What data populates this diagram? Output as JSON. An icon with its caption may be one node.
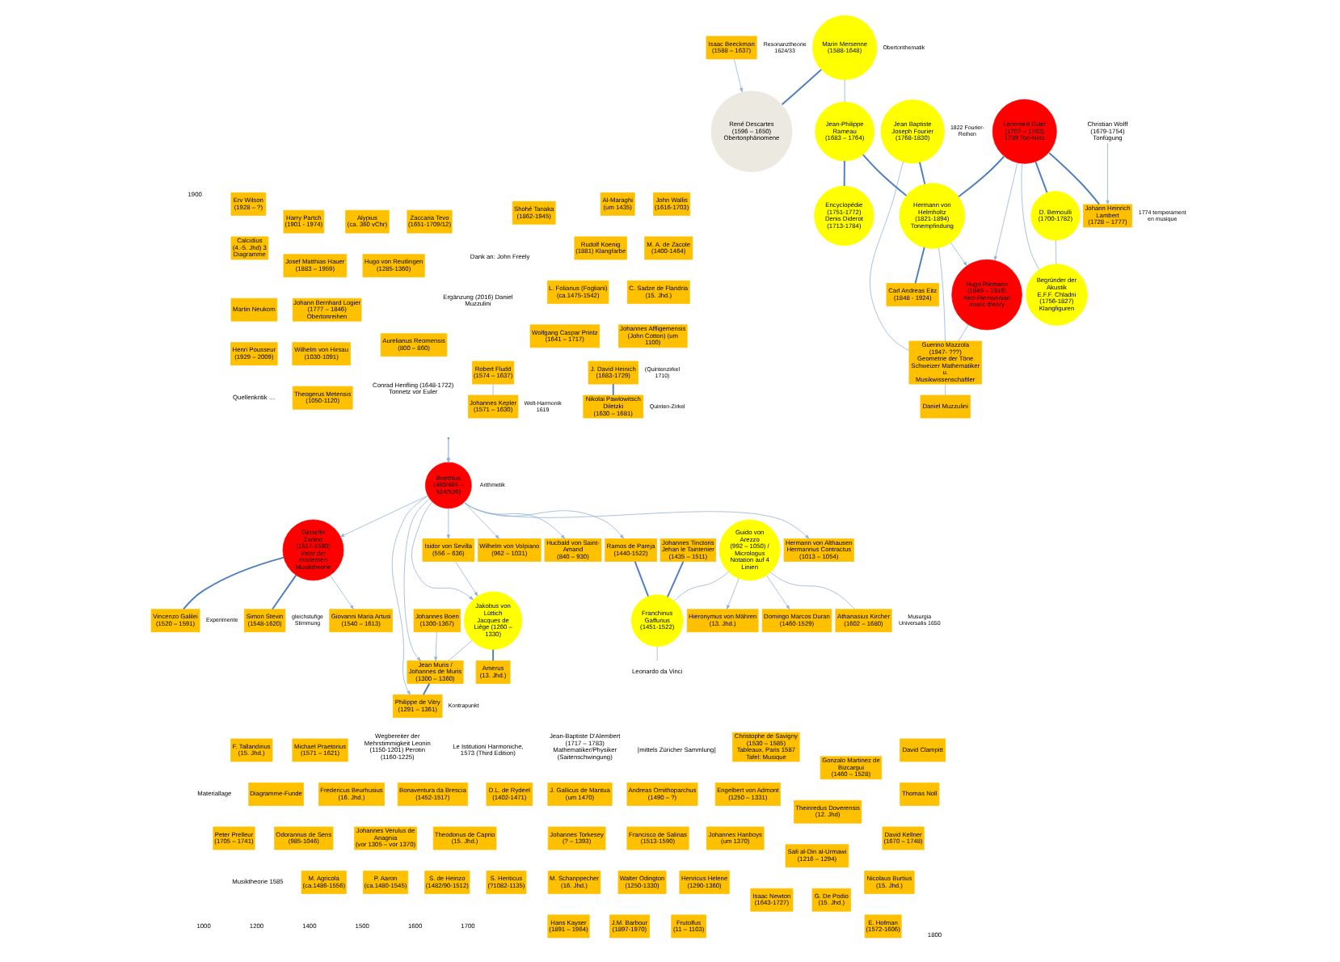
{
  "diagram": {
    "nodes": [
      {
        "text": [
          "Boethius",
          "(480/485 – 524/526)"
        ],
        "beside": [
          "Arithmetik"
        ]
      },
      {
        "text": [
          "Guido von Arezzo",
          "(992 – 1050) / Micrologus Notation auf 4 Linien"
        ]
      },
      {
        "text": [
          "Franchinus Gaffurius",
          "(1451-1522)"
        ]
      },
      {
        "text": [
          "Gioseffo Zarlino",
          "(1517-1590)",
          "Vater der modernen Musiktheorie"
        ]
      },
      {
        "text": [
          "Jakobus von Lüttich",
          "Jacques de Liège (1260 – 1330)"
        ]
      },
      {
        "text": [
          "Marin Mersenne",
          "(1588-1648)"
        ],
        "beside": [
          "Obertonthematik"
        ]
      },
      {
        "text": [
          "Isaac Beeckman",
          "(1588 – 1637)"
        ],
        "beside": [
          "Resonanztheorie 1624/33"
        ]
      },
      {
        "text": [
          "René Descartes",
          "(1596 – 1650)",
          "Obertonphänomene"
        ]
      },
      {
        "text": [
          "Leonhard Euler",
          "(1707 – 1783)",
          "1739 Ton-Netz"
        ]
      },
      {
        "text": [
          "D. Bernoulli",
          "(1700-1782)"
        ]
      },
      {
        "text": [
          "Begründer der Akustik",
          "E.F.F. Chladni",
          "(1756-1827)",
          "Klangfiguren"
        ]
      },
      {
        "text": [
          "Jean Baptiste Joseph Fourier",
          "(1768-1830)"
        ],
        "beside": [
          "1822 Fourier-Reihen"
        ]
      },
      {
        "text": [
          "Hermann von Helmholtz",
          "(1821-1894)",
          "Tonempfindung"
        ]
      },
      {
        "text": [
          "Jean-Philippe Rameau",
          "(1683 – 1764)"
        ]
      },
      {
        "text": [
          "Encyclopédie",
          "(1751-1772)",
          "Denis Diderot",
          "(1713-1784)"
        ]
      },
      {
        "text": [
          "Hugo Riemann",
          "(1849 – 1919)",
          "Neo-Riemannian music theory"
        ]
      },
      {
        "text": [
          "Isidor von Sevilla",
          "(556 – 636)"
        ]
      },
      {
        "text": [
          "Jean Muris /",
          "Johannes de Muris (1300 – 1360)"
        ]
      },
      {
        "text": [
          "Philippe de Vitry",
          "(1291 – 1361)"
        ],
        "beside": [
          "Kontrapunkt"
        ]
      },
      {
        "text": [
          "Wilhelm von Volpiano",
          "(962 – 1031)"
        ]
      },
      {
        "text": [
          "Hucbald von Saint-Amand",
          "(840 – 930)"
        ]
      },
      {
        "text": [
          "Ramos de Pareja",
          "(1440-1522)"
        ]
      },
      {
        "text": [
          "Hermann von Althausen",
          "Hermannus Contractus (1013 – 1054)"
        ]
      },
      {
        "text": [
          "Hieronymus von Mähren",
          "(13. Jhd.)"
        ]
      },
      {
        "text": [
          "Johannes Tinctoris",
          "Jehan le Taintenier (1435 – 1511)"
        ]
      },
      {
        "text": [
          "Domingo Marcos Duran",
          "(1460-1529)"
        ]
      },
      {
        "text": [
          "Leonardo da Vinci"
        ]
      },
      {
        "text": [
          "Athanasius Kircher",
          "(1602 – 1680)"
        ],
        "beside": [
          "Musurgia Universalis 1650"
        ]
      },
      {
        "text": [
          "Robert Fludd",
          "(1574 – 1637)"
        ]
      },
      {
        "text": [
          "Johannes Kepler",
          "(1571 – 1630)"
        ],
        "beside": [
          "Welt-Harmonik 1619"
        ]
      },
      {
        "text": [
          "Vincenzo Galilei",
          "(1520 – 1591)"
        ],
        "beside": [
          "Experimente"
        ]
      },
      {
        "text": [
          "Simon Stevin",
          "(1548-1620)"
        ],
        "beside": [
          "gleichstufige Stimmung"
        ]
      },
      {
        "text": [
          "Giovanni Maria Artusi",
          "(1540 – 1613)"
        ]
      },
      {
        "text": [
          "Amerus",
          "(13. Jhd.)"
        ]
      },
      {
        "text": [
          "Johannes Boen",
          "(1300-1367)"
        ]
      },
      {
        "text": [
          "J. David Heinich",
          "(1683-1729)"
        ],
        "beside": [
          "(Quintenzirkel 1710)"
        ]
      },
      {
        "text": [
          "Nikolai Pawlowitsch Diletzki",
          "(1630 – 1681)"
        ],
        "beside": [
          "Quinten-Zirkel"
        ]
      },
      {
        "text": [
          "Johann Heinrich Lambert",
          "(1728 – 1777)"
        ],
        "beside": [
          "1774 temperament en musique"
        ]
      },
      {
        "text": [
          "Christian Wolff",
          "(1679-1754)",
          "Tonfügung"
        ]
      },
      {
        "text": [
          "Carl Andreas Eitz",
          "(1848 - 1924)"
        ]
      },
      {
        "text": [
          "Guerino Mazzola",
          "(1947- ???)",
          "Geometrie der Töne Schweizer Mathematiker u. Musikwissenschaftler"
        ]
      },
      {
        "text": [
          "Daniel Muzzulini"
        ]
      },
      {
        "text": [
          "Aurelianus Reomensis",
          "(800 – 860)"
        ]
      },
      {
        "text": [
          "Frutolfus",
          "(11 – 1103)"
        ]
      },
      {
        "text": [
          "J. Gallicus de Mantua",
          "(um 1470)"
        ]
      },
      {
        "text": [
          "F. Tallandinus",
          "(15. Jhd.)"
        ]
      },
      {
        "text": [
          "M. Schanppecher",
          "(16. Jhd.)"
        ]
      },
      {
        "text": [
          "Andreas Ornithoparchus",
          "(1490 – ?)"
        ]
      },
      {
        "text": [
          "M. Agricola",
          "(ca.1486-1556)"
        ]
      },
      {
        "text": [
          "P. Aaron",
          "(ca.1480-1545)"
        ]
      },
      {
        "text": [
          "Wilhelm von Hirsau",
          "(1030-1091)"
        ]
      },
      {
        "text": [
          "Theogerus Metensis",
          "(1050-1120)"
        ]
      },
      {
        "text": [
          "S. de Heinzo",
          "(1482/90-1512)"
        ]
      },
      {
        "text": [
          "E. Hofman",
          "(1572-1606)"
        ]
      },
      {
        "text": [
          "Michael Praetorius",
          "(1571 – 1621)"
        ]
      },
      {
        "text": [
          "Calcidius",
          "(4.-5. Jhd) 3 Diagramme"
        ]
      },
      {
        "text": [
          "S. Heriticus",
          "(?1082-1135)"
        ]
      },
      {
        "text": [
          "Engelbert von Admont",
          "(1250 – 1331)"
        ]
      },
      {
        "text": [
          "Johannes Affligemensis",
          "(John Cotton) (um 1100)"
        ]
      },
      {
        "text": [
          "Isaac Newton",
          "(1643-1727)"
        ]
      },
      {
        "text": [
          "Wolfgang Caspar Printz",
          "(1641 – 1717)"
        ]
      },
      {
        "text": [
          "David Kellner",
          "(1670 – 1748)"
        ]
      },
      {
        "text": [
          "Peter Prelleur",
          "(1705 – 1741)"
        ]
      },
      {
        "text": [
          "John Wallis",
          "(1616-1703)"
        ]
      },
      {
        "text": [
          "Zaccaria Tevo",
          "(1651-1709/12)"
        ]
      },
      {
        "text": [
          "Alypius",
          "(ca. 360 vChr)"
        ]
      },
      {
        "text": [
          "G. De Podio",
          "(15. Jhd.)"
        ]
      },
      {
        "text": [
          "Johannes Torkesey",
          "(? – 1393)"
        ]
      },
      {
        "text": [
          "Francisco de Salinas",
          "(1513-1590)"
        ]
      },
      {
        "text": [
          "D.L. de Rydeel",
          "(1402-1471)"
        ]
      },
      {
        "text": [
          "Fredericus Beurhusius",
          "(16. Jhd.)"
        ]
      },
      {
        "text": [
          "Johannes Hanboys",
          "(um 1370)"
        ]
      },
      {
        "text": [
          "Gonzalo Martinez de Bizcargui",
          "(1460 – 1528)"
        ]
      },
      {
        "text": [
          "Bonaventura da Brescia",
          "(1452-1517)"
        ]
      },
      {
        "text": [
          "Walter Odington",
          "(1250-1330)"
        ]
      },
      {
        "text": [
          "Theinredus Doverensis",
          "(12. Jhd)"
        ]
      },
      {
        "text": [
          "Christophe de Savigny",
          "(1530 – 1585) Tableaux, Paris 1587 Tafel: Musique"
        ]
      },
      {
        "text": [
          "Henricus Helene",
          "(1290-1360)"
        ]
      },
      {
        "text": [
          "Nicolaus Burtius",
          "(15. Jhd.)"
        ]
      },
      {
        "text": [
          "C. Sadze de Flandria",
          "(15. Jhd.)"
        ]
      },
      {
        "text": [
          "L. Folianus (Fogliani)",
          "(ca.1475-1542)"
        ]
      },
      {
        "text": [
          "Odorannus de Sens",
          "(985-1046)"
        ]
      },
      {
        "text": [
          "Johannes Verulus de Anagnia",
          "(vor 1305 – vor 1370)"
        ]
      },
      {
        "text": [
          "Theodonus de Caprio",
          "(15. Jhd.)"
        ]
      },
      {
        "text": [
          "Safi al-Din al-Urmawi",
          "(1216 – 1294)"
        ]
      },
      {
        "text": [
          "Al-Maraghi",
          "(um 1435)"
        ]
      },
      {
        "text": [
          "Hugo von Reutlingen",
          "(1285-1360)"
        ]
      },
      {
        "text": [
          "M. A. de Zacole",
          "(1400-1464)"
        ]
      },
      {
        "text": [
          "Harry Partch",
          "(1901 - 1974)"
        ]
      },
      {
        "text": [
          "Erv Wilson",
          "(1928 – ?)"
        ]
      },
      {
        "text": [
          "Rudolf Koenig",
          "(1881) Klangfarbe"
        ]
      },
      {
        "text": [
          "Martin Neukom"
        ]
      },
      {
        "text": [
          "Thomas Noll"
        ]
      },
      {
        "text": [
          "David Clampitt"
        ]
      },
      {
        "text": [
          "Shohé Tanaka",
          "(1862-1945)"
        ]
      },
      {
        "text": [
          "Hans Kayser",
          "(1891 – 1964)"
        ]
      },
      {
        "text": [
          "Henri Pousseur",
          "(1929 – 2009)"
        ]
      },
      {
        "text": [
          "Josef Matthias Hauer",
          "(1883 – 1959)"
        ]
      },
      {
        "text": [
          "Johann Bernhard Logier",
          "(1777 – 1846) Obertonreihen"
        ]
      },
      {
        "text": [
          "J.M. Barbour",
          "(1897-1970)"
        ]
      },
      {
        "text": [
          "Diagramme-Funde"
        ]
      }
    ],
    "edges": [
      {
        "from": null,
        "to": 0,
        "arrow": "to"
      },
      {
        "from": 0,
        "to": 3,
        "arrow": "to"
      },
      {
        "from": 0,
        "to": 16,
        "arrow": "to"
      },
      {
        "from": 0,
        "to": 17,
        "arrow": "to"
      },
      {
        "from": 0,
        "to": 18,
        "arrow": "to"
      },
      {
        "from": 0,
        "to": 19,
        "arrow": "to"
      },
      {
        "from": 0,
        "to": 4,
        "arrow": "to"
      },
      {
        "from": 0,
        "to": 21,
        "arrow": "to"
      },
      {
        "from": 0,
        "to": 22,
        "arrow": "to"
      },
      {
        "from": 0,
        "to": 20,
        "arrow": "to"
      },
      {
        "from": 1,
        "to": 2,
        "arrow": "none"
      },
      {
        "from": 1,
        "to": 23,
        "arrow": "to"
      },
      {
        "from": 1,
        "to": 25,
        "arrow": "to"
      },
      {
        "from": 1,
        "to": 27,
        "arrow": "none"
      },
      {
        "from": 21,
        "to": 2,
        "arrow": "none",
        "color": "#4f7fc0"
      },
      {
        "from": 24,
        "to": 2,
        "arrow": "none",
        "color": "#4f7fc0"
      },
      {
        "from": 2,
        "to": 26,
        "arrow": "none"
      },
      {
        "from": 28,
        "to": 29,
        "arrow": "none"
      },
      {
        "from": 3,
        "to": 30,
        "arrow": "none",
        "color": "#4f7fc0"
      },
      {
        "from": 3,
        "to": 31,
        "arrow": "none",
        "color": "#4f7fc0"
      },
      {
        "from": 3,
        "to": 32,
        "arrow": "to"
      },
      {
        "from": 4,
        "to": 33,
        "arrow": "none",
        "color": "#4f7fc0"
      },
      {
        "from": 34,
        "to": 17,
        "arrow": "to"
      },
      {
        "from": 4,
        "to": 17,
        "arrow": "none"
      },
      {
        "from": 16,
        "to": 4,
        "arrow": "to"
      },
      {
        "from": 17,
        "to": 18,
        "arrow": "none",
        "color": "#4f7fc0"
      },
      {
        "from": 5,
        "to": 7,
        "arrow": "none",
        "color": "#4f7fc0"
      },
      {
        "from": 6,
        "to": 7,
        "arrow": "to"
      },
      {
        "from": 5,
        "to": 13,
        "arrow": "none"
      },
      {
        "from": 35,
        "to": 36,
        "arrow": "none",
        "color": "#4f7fc0"
      },
      {
        "from": 8,
        "to": 9,
        "arrow": "none",
        "color": "#4f7fc0"
      },
      {
        "from": 8,
        "to": 37,
        "arrow": "none",
        "color": "#4f7fc0"
      },
      {
        "from": 8,
        "to": 10,
        "arrow": "none"
      },
      {
        "from": 8,
        "to": 12,
        "arrow": "none",
        "color": "#4f7fc0"
      },
      {
        "from": 8,
        "to": 15,
        "arrow": "to"
      },
      {
        "from": 13,
        "to": 12,
        "arrow": "none",
        "color": "#4f7fc0"
      },
      {
        "from": 38,
        "to": 37,
        "arrow": "to"
      },
      {
        "from": 13,
        "to": 14,
        "arrow": "none",
        "color": "#4f7fc0"
      },
      {
        "from": 12,
        "to": 39,
        "arrow": "none",
        "color": "#4f7fc0"
      },
      {
        "from": 12,
        "to": 15,
        "arrow": "to"
      },
      {
        "from": 12,
        "to": 40,
        "arrow": "none"
      },
      {
        "from": 11,
        "to": 12,
        "arrow": "none",
        "color": "#4f7fc0"
      },
      {
        "from": 11,
        "to": 40,
        "arrow": "none"
      },
      {
        "from": 15,
        "to": 40,
        "arrow": "none"
      },
      {
        "from": 40,
        "to": 41,
        "arrow": "none"
      },
      {
        "from": 9,
        "to": 10,
        "arrow": "none"
      }
    ],
    "labels": [
      "1000",
      "1200",
      "1400",
      "1500",
      "1600",
      "1700",
      "1800",
      "1900",
      "Wegbereiter der Mehrstimmigkeit Leonin (1150-1201) Perotin (1160-1225)",
      "Le Istitutioni Harmoniche, 1573 (Third Edition)",
      "Musiktheorie 1585",
      "Conrad Henfling (1648-1722) Tonnetz vor Euler",
      "Jean-Baptiste D'Alembert (1717 – 1783) Mathematiker/Physiker (Saitenschwingung)",
      "Quellenkritik …",
      "[mittels Züricher Sammlung]",
      "Materiallage",
      "Dank an: John Freely",
      "Ergänzung (2016) Daniel Muzzulini"
    ]
  }
}
